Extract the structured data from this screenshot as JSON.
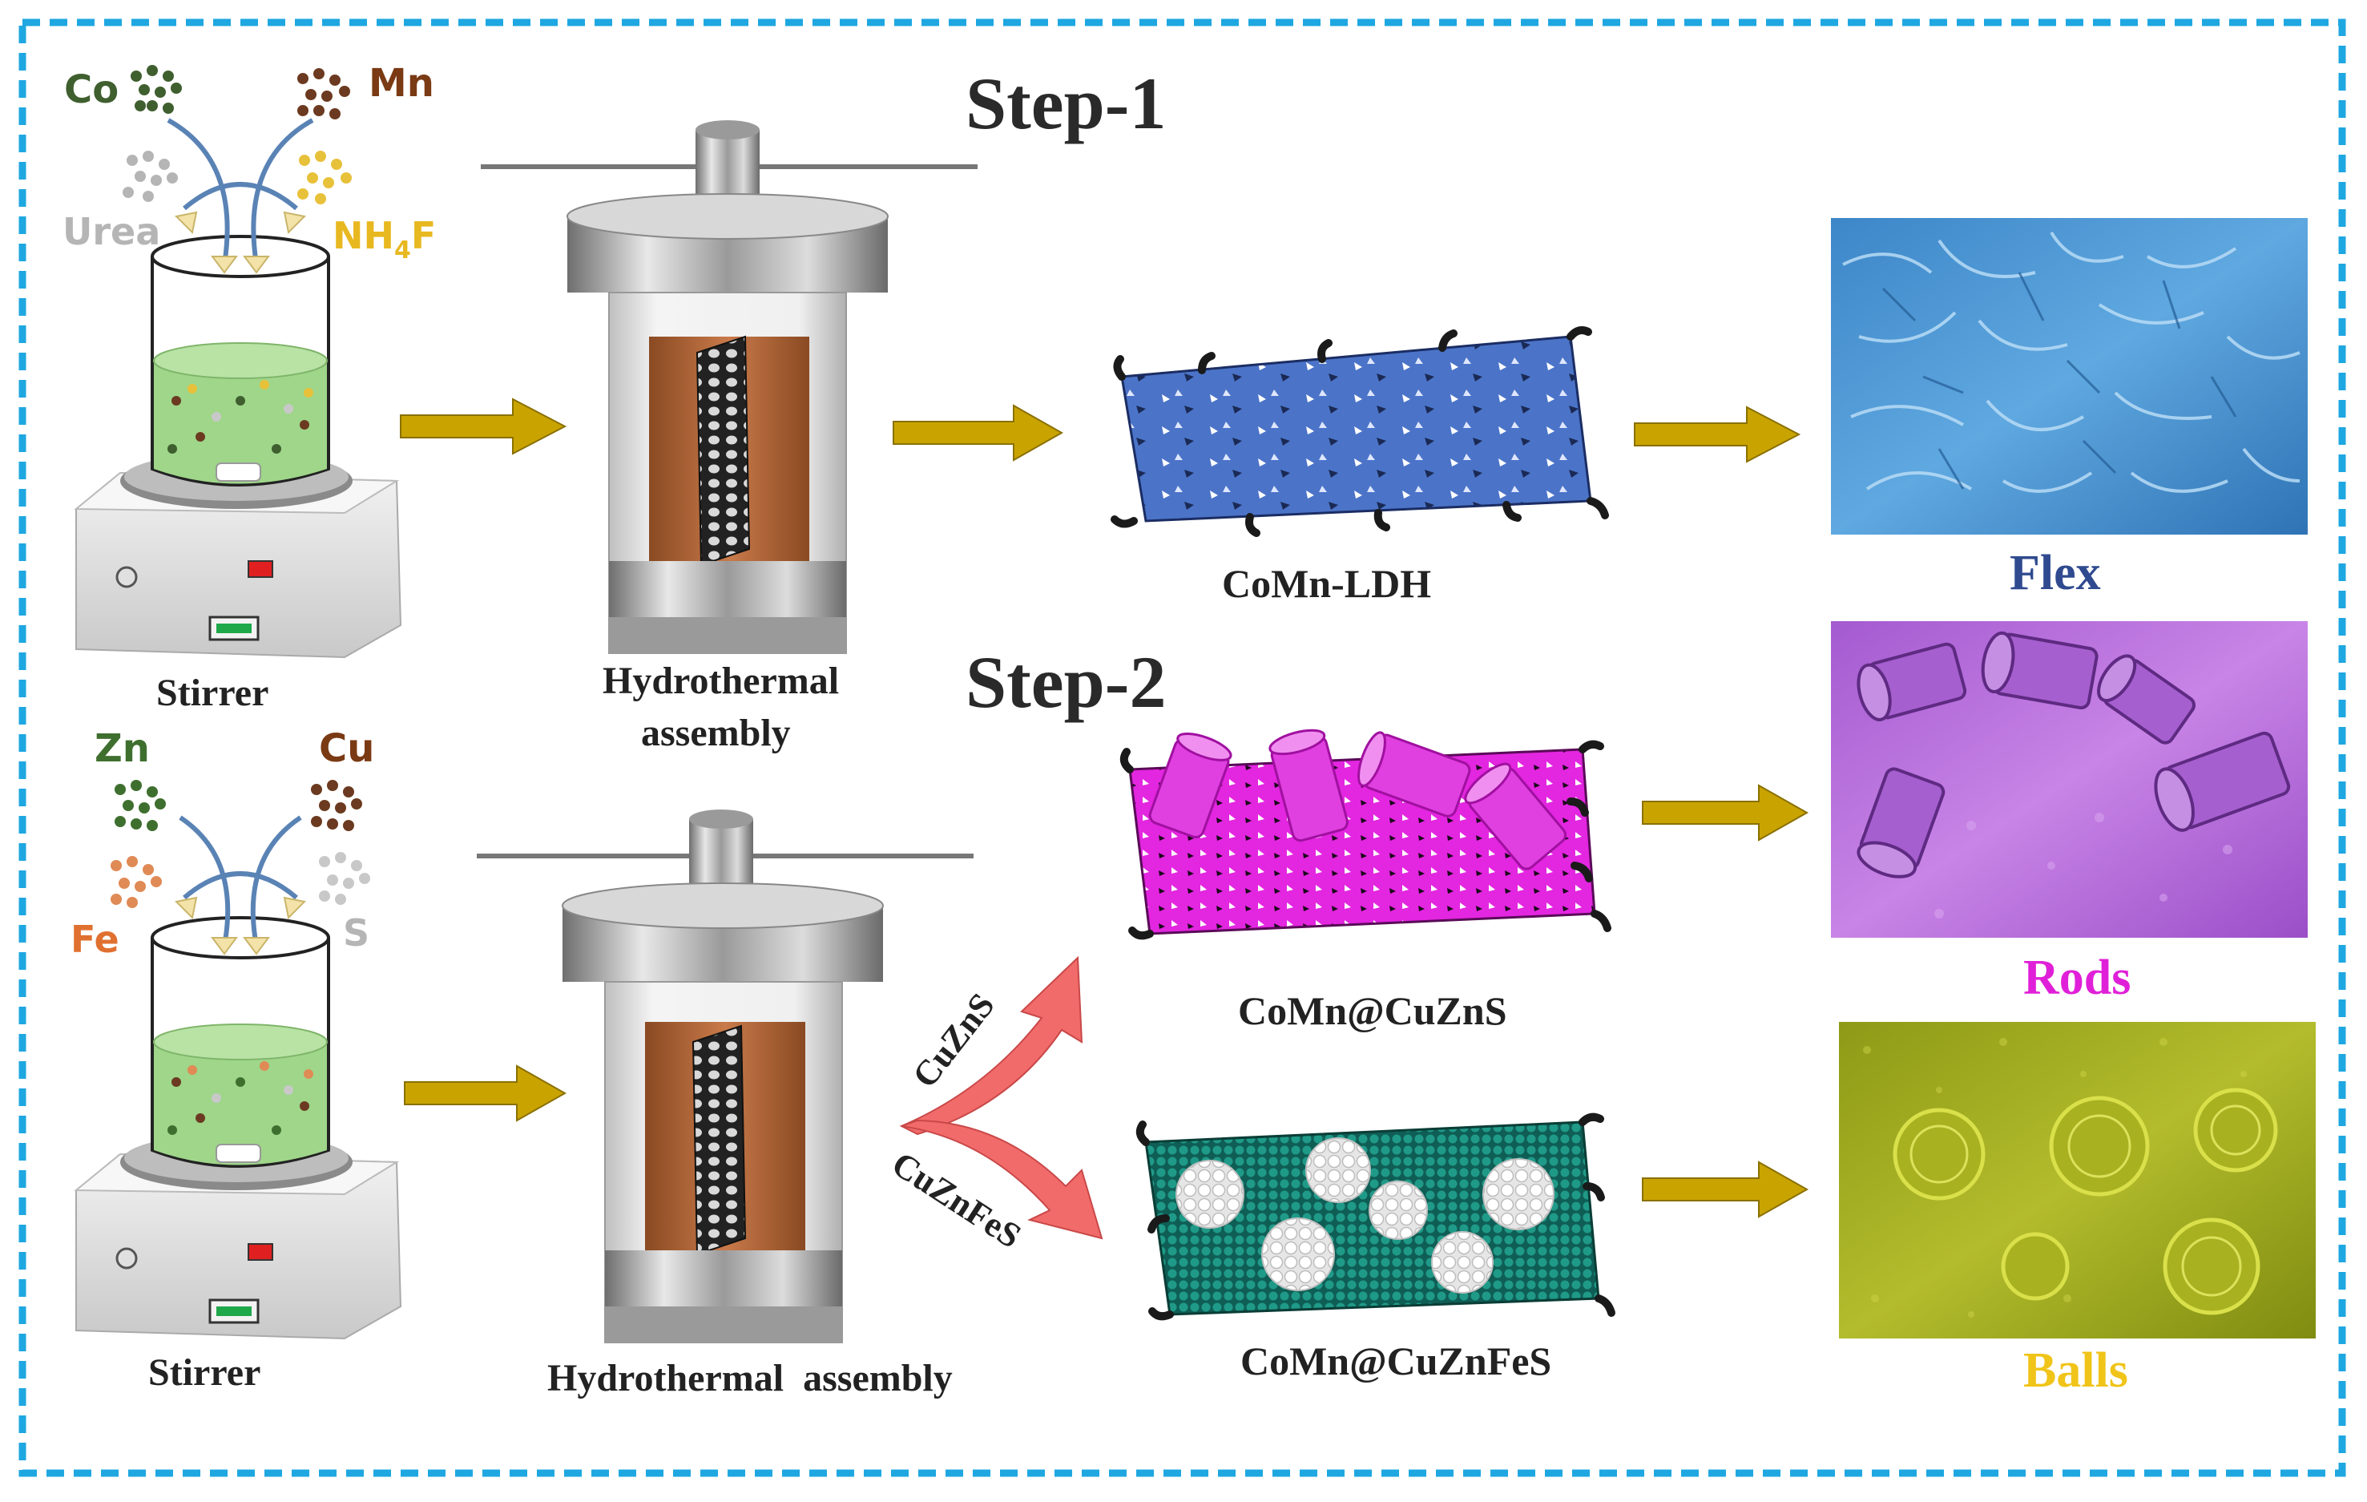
{
  "steps": {
    "step1": "Step-1",
    "step2": "Step-2"
  },
  "step1_precursors": {
    "co": "Co",
    "mn": "Mn",
    "urea": "Urea",
    "nh4f_main": "NH",
    "nh4f_sub": "4",
    "nh4f_tail": "F"
  },
  "step2_precursors": {
    "zn": "Zn",
    "cu": "Cu",
    "fe": "Fe",
    "s": "S"
  },
  "labels": {
    "stirrer_top": "Stirrer",
    "stirrer_bottom": "Stirrer",
    "hydrothermal_top_line1": "Hydrothermal",
    "hydrothermal_top_line2": "assembly",
    "hydrothermal_bottom": "Hydrothermal  assembly",
    "product_ldh": "CoMn-LDH",
    "product_cuzns": "CoMn@CuZnS",
    "product_cuznfes": "CoMn@CuZnFeS",
    "branch_cuzns": "CuZnS",
    "branch_cuznfes": "CuZnFeS"
  },
  "morphologies": [
    {
      "name": "Flex",
      "color": "#2f4a8f"
    },
    {
      "name": "Rods",
      "color": "#e020d8"
    },
    {
      "name": "Balls",
      "color": "#f0c419"
    }
  ],
  "colors": {
    "frame": "#1ea7e1",
    "arrow": "#c9a400",
    "solution": "#9fd68a",
    "ldh_sheet": "#4b74c8",
    "rods_sheet": "#e326e0",
    "balls_sheet": "#1f8f7f",
    "co": "#3f5f2f",
    "mn": "#6b3a20",
    "urea": "#b5b5b5",
    "nh4f": "#e8c13a",
    "zn": "#3f6f2f",
    "cu": "#6b3a20",
    "fe": "#e08a55",
    "s": "#c8c8c8"
  }
}
